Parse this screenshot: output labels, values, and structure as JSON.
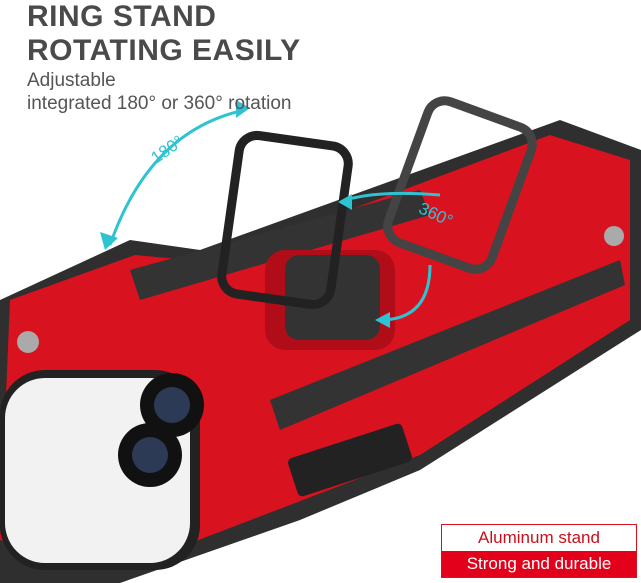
{
  "headline": {
    "line1": "RING STAND",
    "line2": "ROTATING EASILY"
  },
  "subtitle": {
    "line1": "Adjustable",
    "line2": "integrated 180° or 360° rotation"
  },
  "annotations": {
    "angle_180": "180°",
    "angle_360": "360°"
  },
  "badge": {
    "top": "Aluminum stand",
    "bottom": "Strong and durable"
  },
  "colors": {
    "case_red": "#d8121e",
    "accent_cyan": "#2ec3d3",
    "bumper": "#3a3a3a"
  }
}
